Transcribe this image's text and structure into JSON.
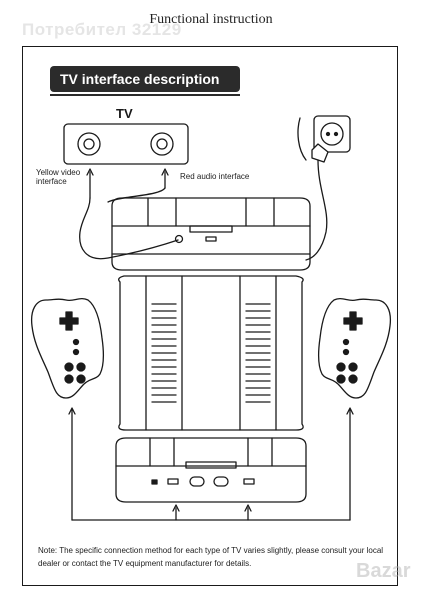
{
  "header": {
    "title": "Functional instruction",
    "watermark": "Потребител 32129"
  },
  "section": {
    "banner": "TV interface description",
    "tv_label": "TV",
    "yellow_label": "Yellow video interface",
    "red_label": "Red audio interface"
  },
  "footer": {
    "note": "Note: The specific connection method for each type of TV varies slightly, please consult your local dealer or contact the TV equipment manufacturer for details.",
    "logo": "Bazar"
  },
  "colors": {
    "ink": "#1a1a1a",
    "banner_bg": "#2b2b2b"
  }
}
